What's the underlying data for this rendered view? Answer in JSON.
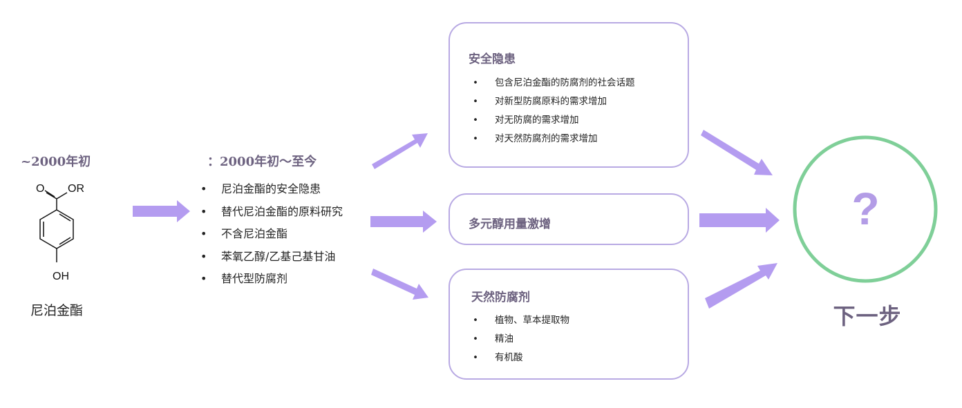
{
  "left": {
    "heading": "~2000年初",
    "molecule": {
      "top_o": "O",
      "top_r": "OR",
      "bottom": "OH"
    },
    "caption": "尼泊金酯"
  },
  "middle": {
    "heading": "：2000年初～至今",
    "items": [
      "尼泊金酯的安全隐患",
      "替代尼泊金酯的原料研究",
      "不含尼泊金酯",
      "苯氧乙醇/乙基己基甘油",
      "替代型防腐剂"
    ]
  },
  "boxes": {
    "safety": {
      "title": "安全隐患",
      "items": [
        "包含尼泊金酯的防腐剂的社会话题",
        "对新型防腐原料的需求增加",
        "对无防腐的需求增加",
        "对天然防腐剂的需求增加"
      ]
    },
    "polyol": {
      "title": "多元醇用量激增"
    },
    "natural": {
      "title": "天然防腐剂",
      "items": [
        "植物、草本提取物",
        "精油",
        "有机酸"
      ]
    }
  },
  "next": {
    "symbol": "?",
    "label": "下一步"
  },
  "colors": {
    "arrow": "#b49cf0",
    "box_border": "#b8a9e3",
    "circle": "#7fcf98",
    "heading": "#6d6280",
    "question": "#b39ce6"
  }
}
